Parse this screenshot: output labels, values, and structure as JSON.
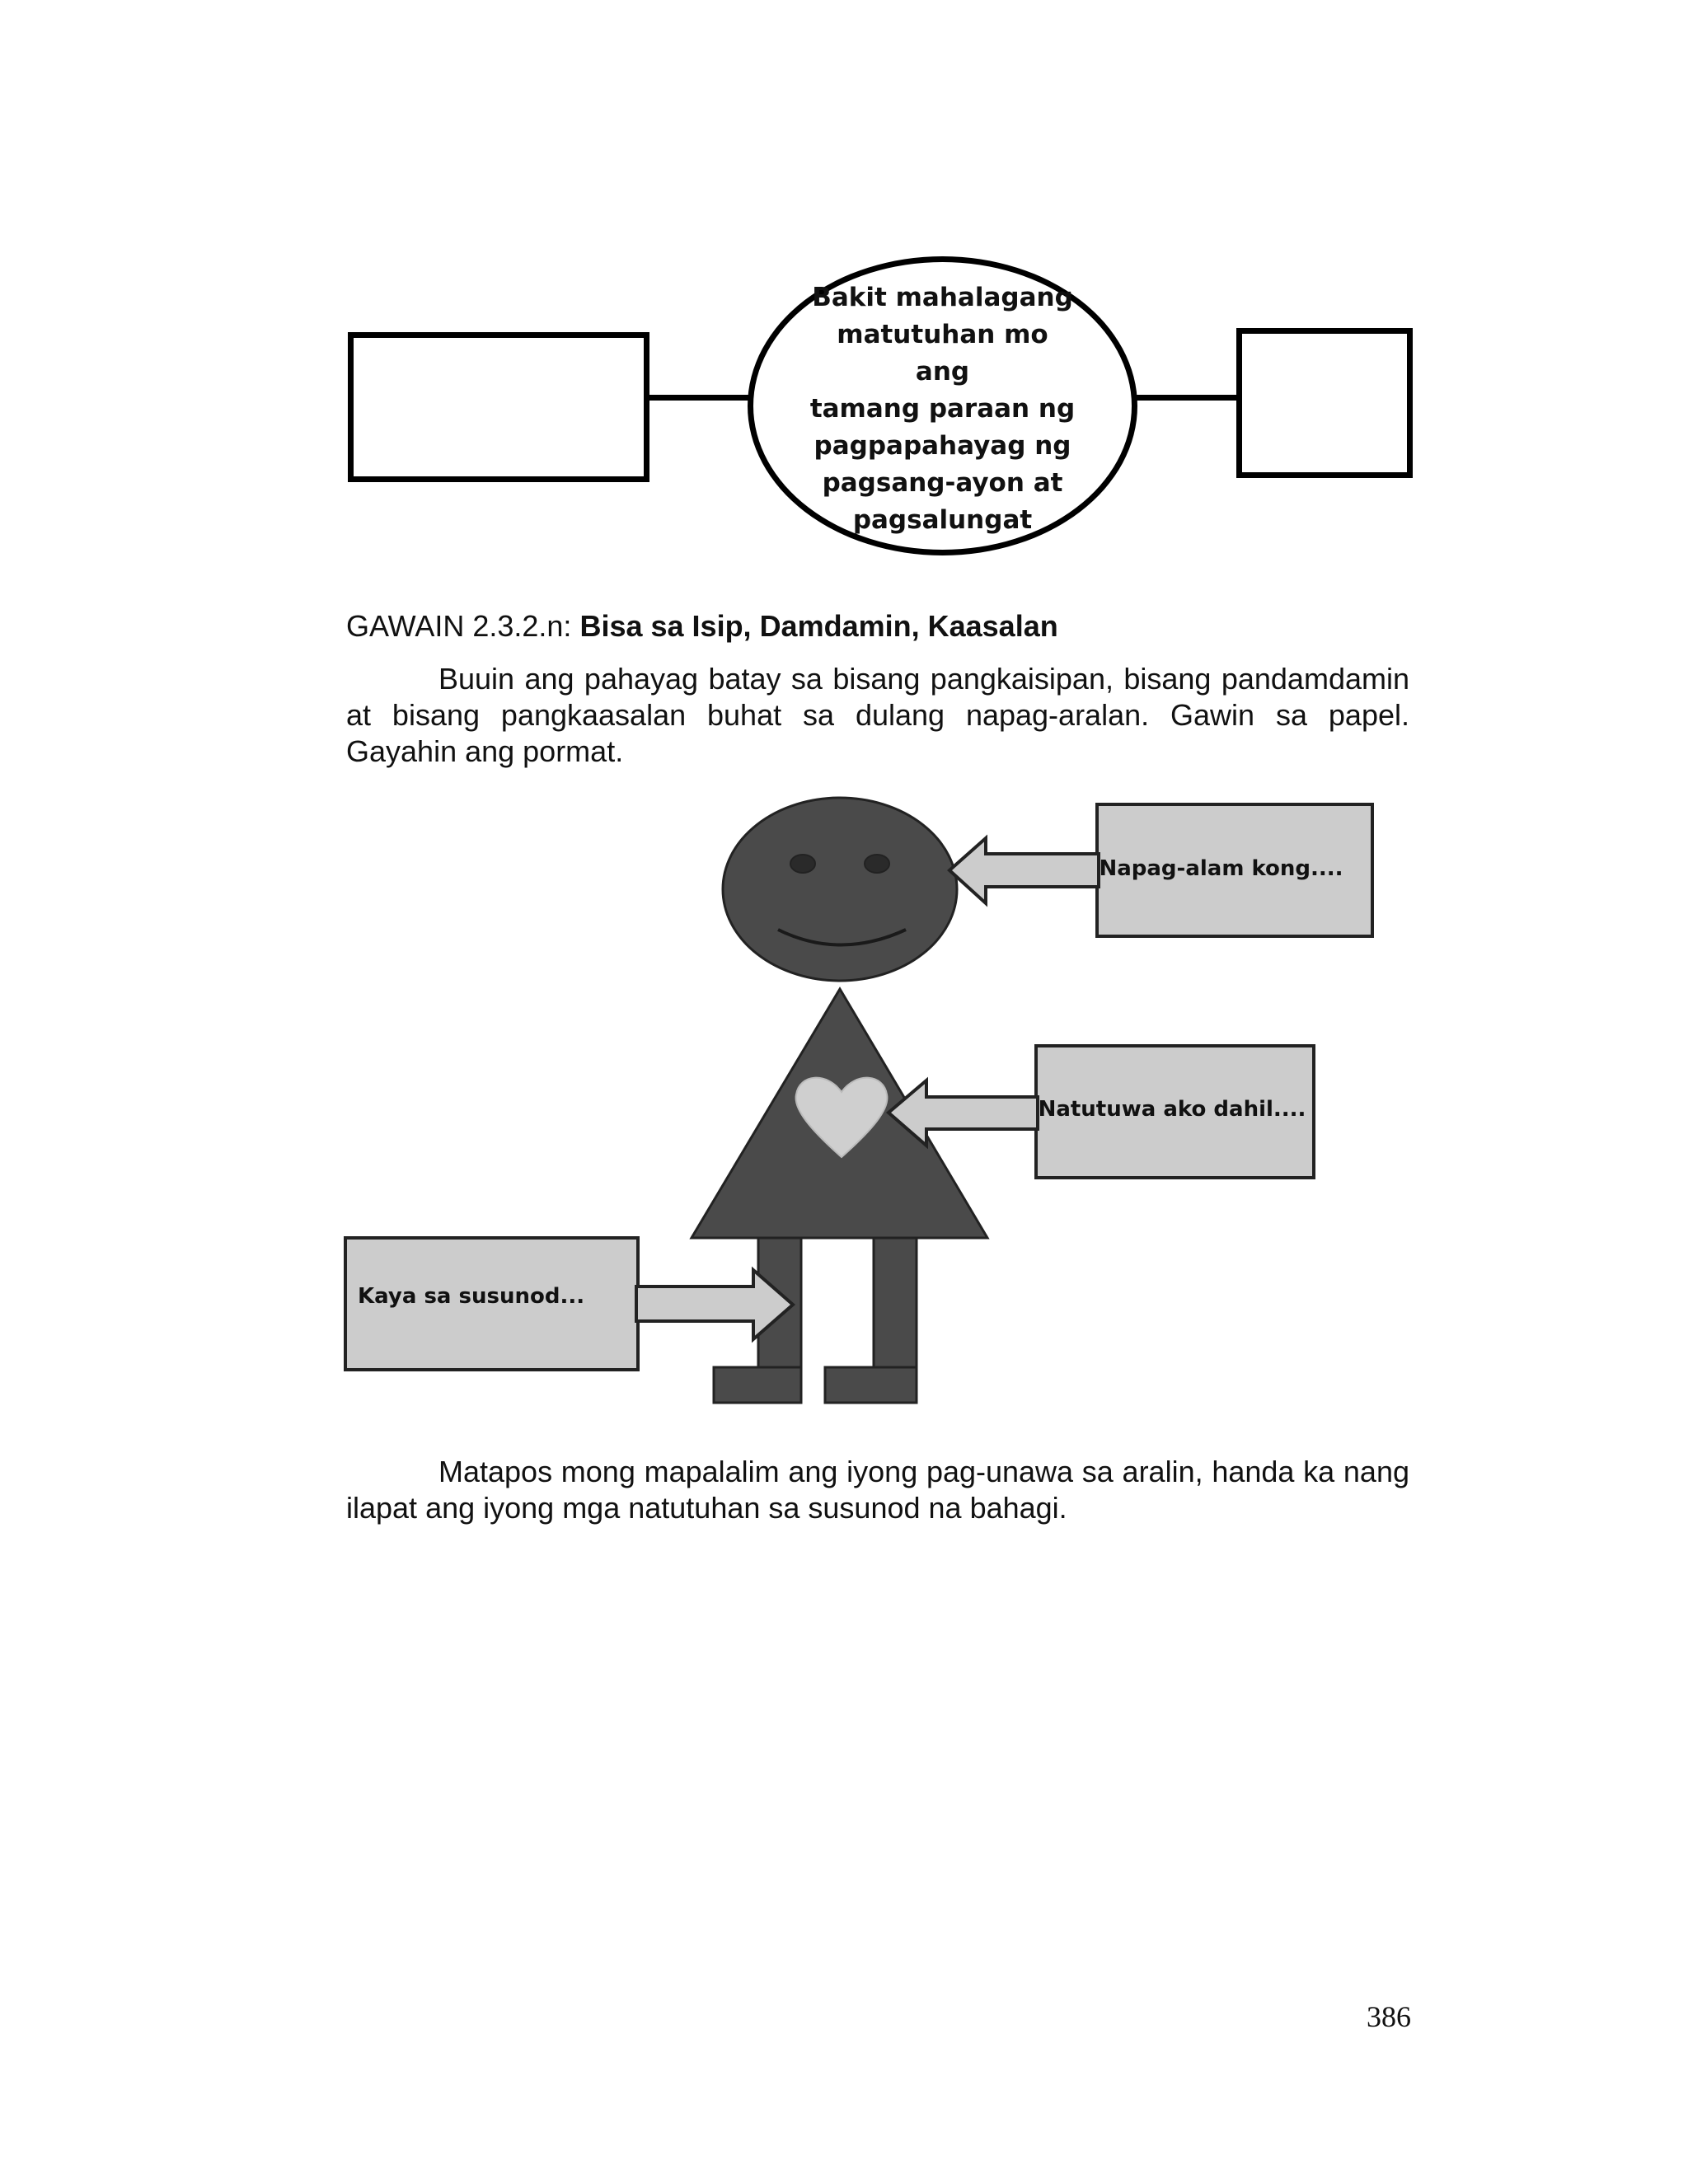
{
  "concept_map": {
    "center_text_lines": [
      "Bakit mahalagang",
      "matutuhan mo ang",
      "tamang paraan ng",
      "pagpapahayag ng",
      "pagsang-ayon at",
      "pagsalungat"
    ],
    "left_box_text": "",
    "right_box_text": ""
  },
  "activity": {
    "label": "GAWAIN 2.3.2.n:",
    "title": "Bisa sa Isip, Damdamin, Kaasalan",
    "instructions": "Buuin ang pahayag batay sa bisang pangkaisipan, bisang pandamdamin at bisang pangkaasalan buhat sa dulang napag-aralan. Gawin sa papel. Gayahin ang pormat."
  },
  "figure": {
    "head_callout": "Napag-alam kong....",
    "heart_callout": "Natutuwa ako dahil....",
    "legs_callout": "Kaya sa susunod...",
    "colors": {
      "figure_body": "#4a4a4a",
      "callout_fill": "#cccccc",
      "heart": "#cfcfcf"
    }
  },
  "closing": {
    "paragraph": "Matapos mong mapalalim ang iyong pag-unawa sa aralin, handa ka nang ilapat ang iyong mga natutuhan sa susunod na bahagi."
  },
  "page_number": "386"
}
